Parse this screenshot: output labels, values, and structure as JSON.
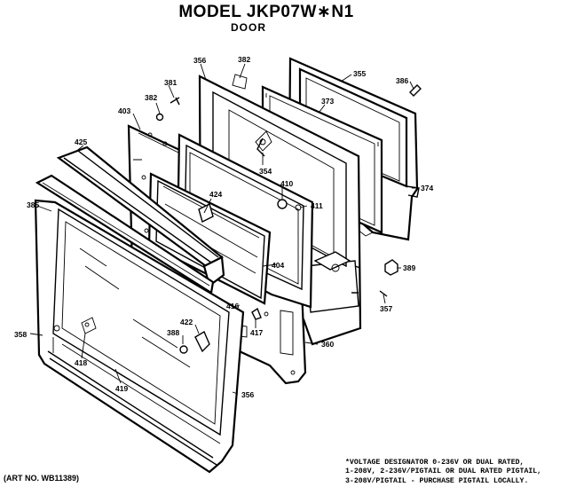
{
  "header": {
    "title": "MODEL JKP07W∗N1",
    "subtitle": "DOOR"
  },
  "art_number": "(ART NO. WB11389)",
  "footnote": [
    "*VOLTAGE DESIGNATOR 0-236V OR DUAL RATED,",
    "1-208V, 2-236V/PIGTAIL OR DUAL RATED PIGTAIL,",
    "3-208V/PIGTAIL - PURCHASE PIGTAIL LOCALLY."
  ],
  "callouts": {
    "c356a": "356",
    "c382": "382",
    "c355": "355",
    "c386": "386",
    "c381": "381",
    "c382b": "382",
    "c373": "373",
    "c403": "403",
    "c425": "425",
    "c354": "354",
    "c374": "374",
    "c385": "385",
    "c424": "424",
    "c410": "410",
    "c411": "411",
    "c404": "404",
    "c389": "389",
    "c357": "357",
    "c416": "416",
    "c422": "422",
    "c388": "388",
    "c417": "417",
    "c360": "360",
    "c358": "358",
    "c418": "418",
    "c419": "419",
    "c356b": "356"
  }
}
